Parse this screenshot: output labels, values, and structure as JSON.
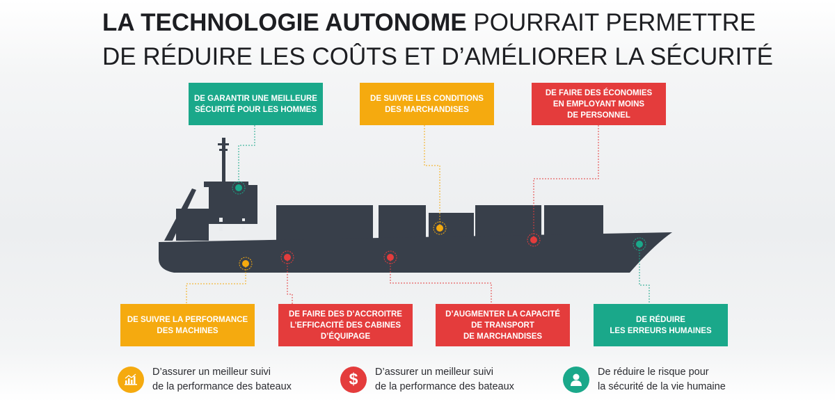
{
  "title": {
    "bold": "LA TECHNOLOGIE AUTONOME",
    "rest_line1": " POURRAIT PERMETTRE",
    "line2": "DE RÉDUIRE LES COÛTS ET D’AMÉLIORER LA SÉCURITÉ"
  },
  "top_boxes": [
    {
      "lines": [
        "DE GARANTIR UNE MEILLEURE",
        "SÉCURITÉ POUR LES HOMMES"
      ],
      "color": "#1aa88a"
    },
    {
      "lines": [
        "DE SUIVRE LES CONDITIONS",
        "DES MARCHANDISES"
      ],
      "color": "#f5aa0f"
    },
    {
      "lines": [
        "DE FAIRE DES ÉCONOMIES",
        "EN EMPLOYANT MOINS",
        "DE PERSONNEL"
      ],
      "color": "#e43c3c"
    }
  ],
  "bottom_boxes": [
    {
      "lines": [
        "DE SUIVRE LA PERFORMANCE",
        "DES MACHINES"
      ],
      "color": "#f5aa0f"
    },
    {
      "lines": [
        "DE FAIRE DES D’ACCROITRE",
        "L’EFFICACITÉ DES CABINES",
        "D’ÉQUIPAGE"
      ],
      "color": "#e43c3c"
    },
    {
      "lines": [
        "D’AUGMENTER LA CAPACITÉ",
        "DE TRANSPORT",
        "DE MARCHANDISES"
      ],
      "color": "#e43c3c"
    },
    {
      "lines": [
        "DE RÉDUIRE",
        "LES ERREURS HUMAINES"
      ],
      "color": "#1aa88a"
    }
  ],
  "footer": [
    {
      "icon": "chart-icon",
      "color": "#f5aa0f",
      "lines": [
        "D’assurer un meilleur suivi",
        "de la performance des bateaux"
      ]
    },
    {
      "icon": "dollar-icon",
      "color": "#e43c3c",
      "lines": [
        "D’assurer un meilleur suivi",
        "de la performance des bateaux"
      ]
    },
    {
      "icon": "person-icon",
      "color": "#1aa88a",
      "lines": [
        "De réduire le risque pour",
        "la sécurité de la vie humaine"
      ]
    }
  ],
  "colors": {
    "ship": "#383f4a",
    "green": "#1aa88a",
    "orange": "#f5aa0f",
    "red": "#e43c3c"
  }
}
